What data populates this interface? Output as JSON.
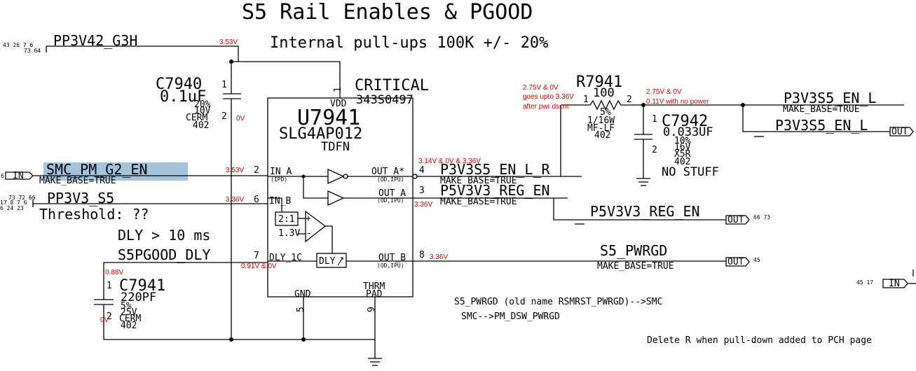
{
  "title": "S5 Rail Enables & PGOOD",
  "subtitle": "Internal pull-ups 100K +/- 20%",
  "colors": {
    "highlight": "#a4c3dd",
    "measurement": "#d00000",
    "wire": "#000000"
  },
  "ic": {
    "refdes": "U7941",
    "part": "SLG4AP012",
    "package": "TDFN",
    "critical": "CRITICAL",
    "pn": "343S0497",
    "pins": {
      "vdd": "VDD",
      "vdd_num": "1",
      "in_a": "IN_A",
      "in_a_num": "2",
      "in_a_note": "(IPD)",
      "in_b": "IN_B",
      "in_b_num": "6",
      "dly": "DLY_1C",
      "dly_num": "7",
      "out_a_star": "OUT_A*",
      "out_a_star_num": "4",
      "out_a_star_note": "(OD,IPU)",
      "out_a": "OUT_A",
      "out_a_num": "3",
      "out_a_note": "(OD,IPU)",
      "out_b": "OUT_B",
      "out_b_num": "8",
      "out_b_note": "(OD,IPU)",
      "gnd": "GND",
      "gnd_num": "5",
      "thrm": "THRM",
      "pad": "PAD",
      "thrm_num": "9"
    },
    "divider": "2:1",
    "ref": "1.3V",
    "dly_block": "DLY",
    "plus": "+",
    "minus": "-"
  },
  "nets": {
    "g3h": "PP3V42_G3H",
    "g3h_refs": [
      "43 26 7 6",
      "73 64"
    ],
    "smc_pm": "SMC_PM_G2_EN",
    "smc_pm_make": "MAKE_BASE=TRUE",
    "smc_pm_ref": "6",
    "pp3v3": "PP3V3_S5",
    "pp3v3_refs": [
      "73 72 66",
      "17 8 7 6",
      "6 24 23"
    ],
    "threshold": "Threshold: ??",
    "dly_note": "DLY > 10 ms",
    "s5pgood": "S5PGOOD_DLY",
    "p3v3s5_r": "P3V3S5_EN_L_R",
    "p3v3s5_r_make": "MAKE_BASE=TRUE",
    "p5v3v3": "P5V3V3_REG_EN",
    "p5v3v3_make": "MAKE_BASE=TRUE",
    "p5v3v3_port": "P5V3V3_REG_EN",
    "p5v3v3_refs": "66 73",
    "s5_pwrgd": "S5_PWRGD",
    "s5_pwrgd_make": "MAKE_BASE=TRUE",
    "s5_pwrgd_ref": "45",
    "p3v3s5_en": "P3V3S5_EN_L",
    "p3v3s5_en_make": "MAKE_BASE=TRUE",
    "p3v3s5_port": "P3V3S5_EN_L",
    "right_in_refs": "45 17"
  },
  "ports": {
    "in": "IN",
    "out": "OUT"
  },
  "components": {
    "c7940": {
      "ref": "C7940",
      "value": "0.1uF",
      "specs": [
        "20%",
        "10V",
        "CERM",
        "402"
      ],
      "pin1": "1",
      "pin2": "2"
    },
    "c7941": {
      "ref": "C7941",
      "value": "220PF",
      "specs": [
        "5%",
        "25V",
        "CERM",
        "402"
      ],
      "pin1": "1",
      "pin2": "2"
    },
    "r7941": {
      "ref": "R7941",
      "value": "100",
      "specs": [
        "5%",
        "1/16W",
        "MF-LF",
        "402"
      ],
      "pin1": "1",
      "pin2": "2"
    },
    "c7942": {
      "ref": "C7942",
      "value": "0.033UF",
      "specs": [
        "10%",
        "16V",
        "X5R",
        "402"
      ],
      "pin1": "1",
      "pin2": "2",
      "nostuff": "NO STUFF"
    }
  },
  "measurements": {
    "g3h": "3.53V",
    "c7940_bot": "0V",
    "in_a": "3.53V",
    "in_b": "3.36V",
    "out_a_star": "3.14V & 0V & 3.36V",
    "out_a": "3.36V",
    "dly": "0.91V & 0V",
    "c7941_top": "0.88V",
    "c7941_bot": "0V",
    "out_b": "3.36V",
    "r_left": [
      "2.75V & 0V",
      "goes upto 3.36V",
      "after pwr dscnt"
    ],
    "r_right": [
      "2.75V & 0V",
      "0.11V with no power"
    ]
  },
  "notes": {
    "s5_pwrgd_note": "S5_PWRGD (old name RSMRST_PWRGD)-->SMC",
    "smc_note": "SMC-->PM_DSW_PWRGD",
    "delete_note": "Delete R when pull-down added to PCH page"
  }
}
